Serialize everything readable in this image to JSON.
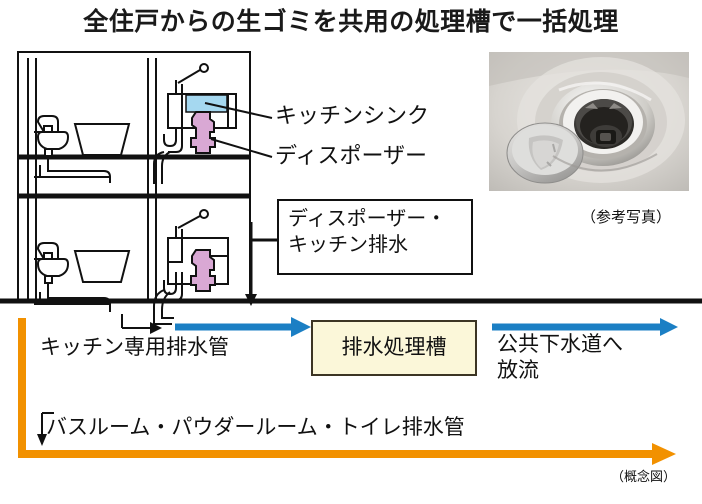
{
  "title": "全住戸からの生ゴミを共用の処理槽で一括処理",
  "labels": {
    "kitchen_sink": "キッチンシンク",
    "disposer": "ディスポーザー",
    "callout_line1": "ディスポーザー・",
    "callout_line2": "キッチン排水",
    "kitchen_drain_pipe": "キッチン専用排水管",
    "treatment_tank": "排水処理槽",
    "sewer_line1": "公共下水道へ",
    "sewer_line2": "放流",
    "bathroom_drain_pipe": "バスルーム・パウダールーム・トイレ排水管"
  },
  "photo": {
    "caption": "（参考写真）",
    "subject": "sink-drain-with-disposer-cap"
  },
  "note": "（概念図）",
  "colors": {
    "title_text": "#1a1a1a",
    "arrow_blue": "#1b7fc4",
    "pipe_orange": "#f29100",
    "tank_fill": "#fbf7d9",
    "tank_border": "#3c3524",
    "sink_water": "#a5d8f0",
    "disposer_body": "#d9a8d4",
    "outline": "#111111"
  },
  "icons": {
    "faucet": "faucet-icon",
    "toilet": "toilet-icon",
    "bathtub": "bathtub-icon",
    "sink": "sink-icon",
    "disposer_unit": "disposer-unit-icon",
    "flow_arrow": "right-arrow-icon",
    "drop_arrow": "down-arrow-icon"
  }
}
